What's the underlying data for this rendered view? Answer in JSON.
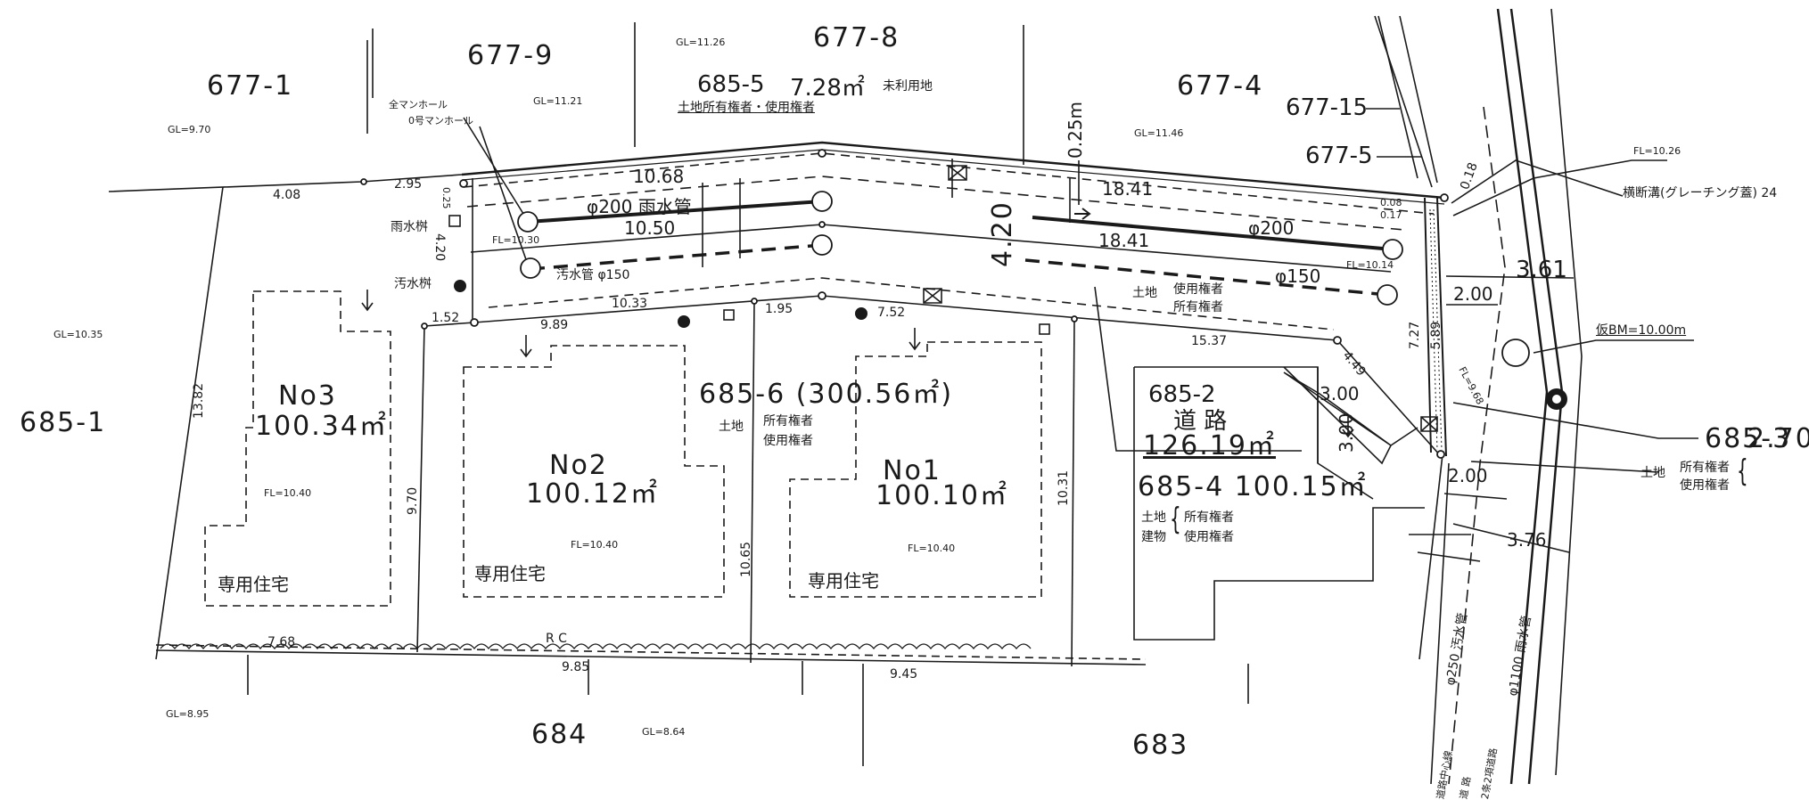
{
  "parcels": {
    "p677_1": "677-1",
    "p677_9": "677-9",
    "p677_8": "677-8",
    "p677_4": "677-4",
    "p677_15": "677-15",
    "p677_5": "677-5",
    "p685_1": "685-1",
    "p684": "684",
    "p683": "683",
    "p685_3": "685-3",
    "p685_3_width": "2.70",
    "p685_5": "685-5",
    "p685_5_area": "7.28㎡",
    "p685_5_note": "未利用地",
    "p685_5_owner": "土地所有権者・使用権者",
    "p685_6": "685-6 (300.56㎡)",
    "p685_6_land": "土地",
    "p685_6_owner": "所有権者",
    "p685_6_user": "使用権者",
    "p685_2": "685-2",
    "p685_2_use": "道 路",
    "p685_2_area": "126.19㎡",
    "p685_4": "685-4 100.15㎡",
    "p685_4_land": "土地",
    "p685_4_bldg": "建物",
    "p685_4_owner": "所有権者",
    "p685_4_user": "使用権者",
    "p685_2_land": "土地",
    "p685_2_user": "使用権者",
    "p685_2_owner": "所有権者",
    "p685_3_land": "土地",
    "p685_3_owner": "所有権者",
    "p685_3_user": "使用権者"
  },
  "houses": {
    "no3_name": "No3",
    "no3_area": "100.34㎡",
    "no3_fl": "FL=10.40",
    "no3_use": "専用住宅",
    "no2_name": "No2",
    "no2_area": "100.12㎡",
    "no2_fl": "FL=10.40",
    "no2_use": "専用住宅",
    "no1_name": "No1",
    "no1_area": "100.10㎡",
    "no1_fl": "FL=10.40",
    "no1_use": "専用住宅"
  },
  "elevations": {
    "gl_970": "GL=9.70",
    "gl_1035": "GL=10.35",
    "gl_895": "GL=8.95",
    "gl_864": "GL=8.64",
    "gl_1121": "GL=11.21",
    "gl_1126": "GL=11.26",
    "gl_1146": "GL=11.46",
    "fl_1026": "FL=10.26",
    "fl_1030": "FL=10.30",
    "fl_1014": "FL=10.14",
    "fl_968": "FL=9.68",
    "bm": "仮BM=10.00m"
  },
  "utilities": {
    "manhole_all": "全マンホール",
    "manhole_0": "0号マンホール",
    "rain_basin": "雨水桝",
    "sewage_basin": "汚水桝",
    "rain_pipe_1": "φ200 雨水管",
    "sewage_pipe_1": "汚水管 φ150",
    "rain_pipe_2": "φ200",
    "sewage_pipe_2": "φ150",
    "grating": "横断溝(グレーチング蓋) 24",
    "pipe_250": "φ250 汚水管",
    "pipe_1100": "φ1100 雨水管",
    "road_center": "道路中心線",
    "road_name": "道 路",
    "road_type": "2条2項道路",
    "rc": "R C"
  },
  "dimensions": {
    "d408": "4.08",
    "d295": "2.95",
    "d1068": "10.68",
    "d1841a": "18.41",
    "d1050": "10.50",
    "d1841b": "18.41",
    "d420a": "4.20",
    "d420b": "4.20",
    "d025a": "0.25",
    "d025b": "0.25m",
    "d152": "1.52",
    "d989": "9.89",
    "d1033": "10.33",
    "d195": "1.95",
    "d752": "7.52",
    "d1537": "15.37",
    "d1382": "13.82",
    "d970": "9.70",
    "d1065": "10.65",
    "d1031": "10.31",
    "d768": "7.68",
    "d985": "9.85",
    "d945": "9.45",
    "d008": "0.08",
    "d017": "0.17",
    "d018": "0.18",
    "d361": "3.61",
    "d200a": "2.00",
    "d200b": "2.00",
    "d727": "7.27",
    "d589": "5.89",
    "d449": "4.49",
    "d300a": "3.00",
    "d300b": "3.00",
    "d376": "3.76"
  }
}
